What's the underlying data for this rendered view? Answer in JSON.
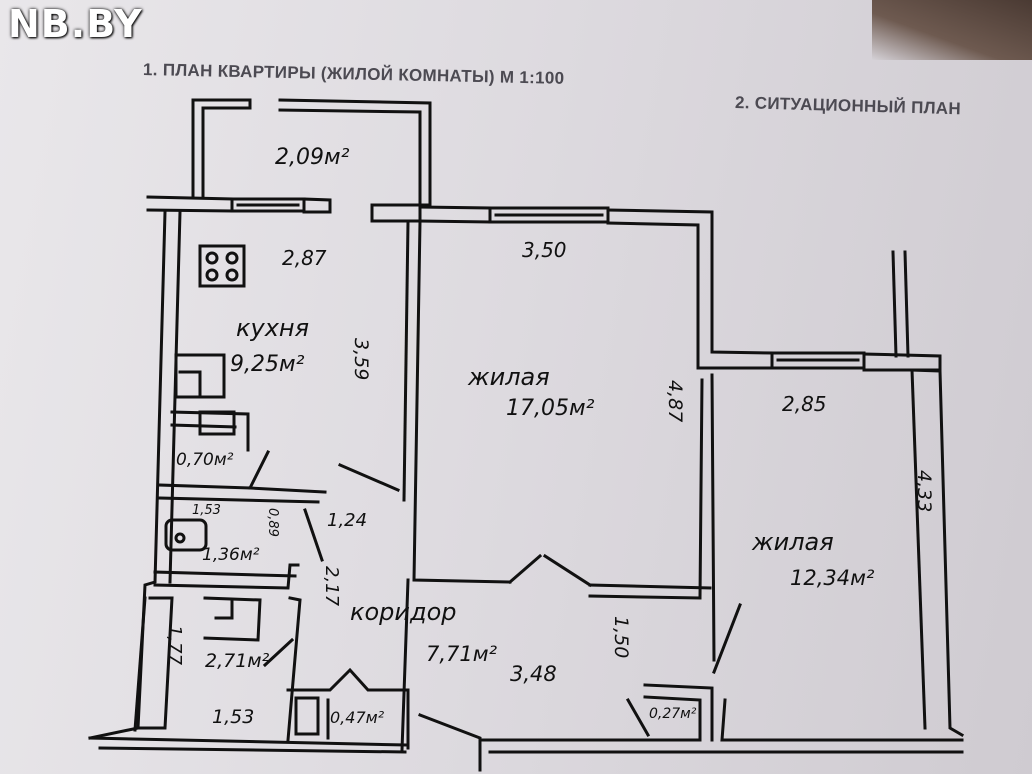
{
  "logo": "NB.BY",
  "headers": {
    "plan_title": "1. ПЛАН КВАРТИРЫ (ЖИЛОЙ КОМНАТЫ) М 1:100",
    "situational_title": "2. СИТУАЦИОННЫЙ ПЛАН"
  },
  "rooms": {
    "balcony": {
      "area": "2,09м²"
    },
    "kitchen": {
      "name": "кухня",
      "area": "9,25м²",
      "width": "2,87",
      "length": "3,59"
    },
    "living1": {
      "name": "жилая",
      "area": "17,05м²",
      "width": "3,50",
      "length": "4,87"
    },
    "living2": {
      "name": "жилая",
      "area": "12,34м²",
      "width": "2,85",
      "length": "4,33"
    },
    "wc": {
      "area": "0,70м²"
    },
    "bathroom": {
      "area": "1,36м²",
      "width": "1,53",
      "depth": "0,89"
    },
    "storage": {
      "area": "2,71м²",
      "width": "1,53",
      "length": "1,77"
    },
    "closet1": {
      "area": "0,47м²"
    },
    "closet2": {
      "area": "0,27м²"
    },
    "corridor": {
      "name": "коридор",
      "area": "7,71м²",
      "length": "3,48",
      "width1": "1,24",
      "width2": "2,17",
      "width3": "1,50"
    }
  }
}
